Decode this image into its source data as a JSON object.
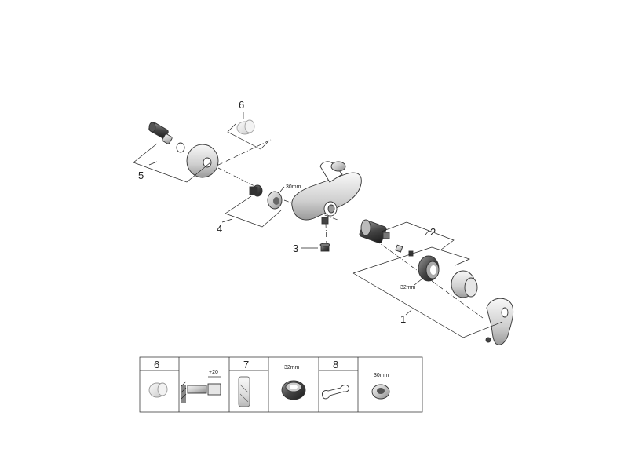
{
  "callouts": {
    "c1": "1",
    "c2": "2",
    "c3": "3",
    "c4": "4",
    "c5": "5",
    "c6": "6"
  },
  "dimensions": {
    "nut_size": "30mm",
    "ring_size": "32mm"
  },
  "legend_table": {
    "col1_header": "6",
    "col2_header": "7",
    "col3_header": "8",
    "extension_label": "+20",
    "ring_tool_size": "32mm",
    "nut_tool_size": "30mm"
  }
}
